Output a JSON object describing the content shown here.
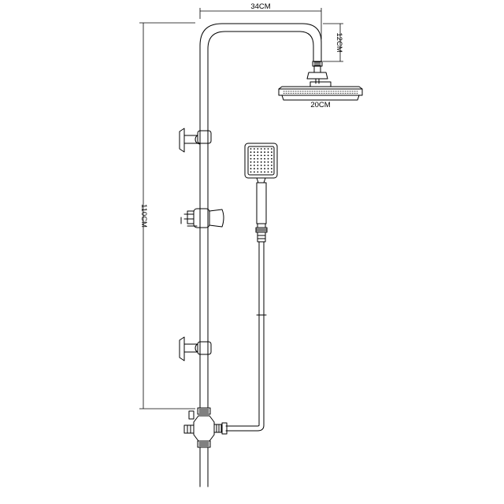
{
  "dimensions": {
    "overall_height": "110CM",
    "arm_width": "34CM",
    "arm_drop": "12CM",
    "head_diameter": "20CM"
  },
  "colors": {
    "line": "#000000",
    "background": "#ffffff"
  }
}
